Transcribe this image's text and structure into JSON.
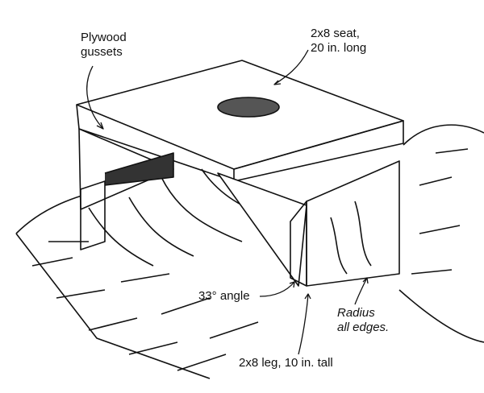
{
  "labels": {
    "gussets": [
      "Plywood",
      "gussets"
    ],
    "seat": [
      "2x8 seat,",
      "20 in. long"
    ],
    "angle": "33° angle",
    "radius": [
      "Radius",
      "all edges."
    ],
    "leg": "2x8 leg, 10 in. tall"
  },
  "colors": {
    "ink": "#111111",
    "paper": "#ffffff"
  }
}
